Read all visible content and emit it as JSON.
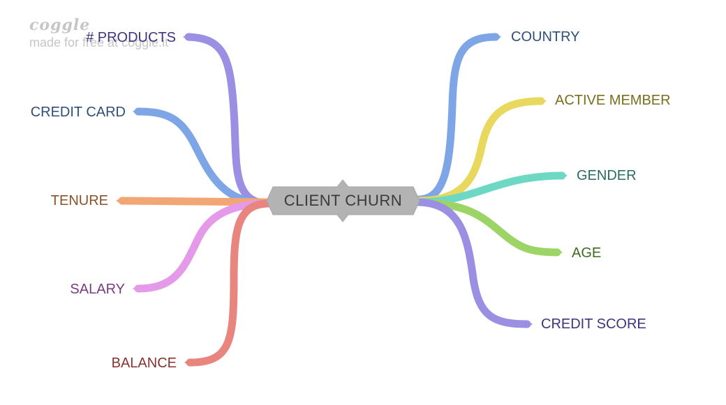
{
  "watermark": {
    "logo": "coggle",
    "tagline": "made for free at coggle.it"
  },
  "center": {
    "label": "CLIENT CHURN",
    "fill": "#b3b3b3",
    "text_color": "#3a3a3a"
  },
  "branches_left": [
    {
      "label": "# PRODUCTS",
      "color": "#9b8fe3",
      "text_color": "#3b3580"
    },
    {
      "label": "CREDIT CARD",
      "color": "#7ea6e6",
      "text_color": "#2f4f7a"
    },
    {
      "label": "TENURE",
      "color": "#f2a673",
      "text_color": "#8a5228"
    },
    {
      "label": "SALARY",
      "color": "#e49ae8",
      "text_color": "#7a3a82"
    },
    {
      "label": "BALANCE",
      "color": "#e8857f",
      "text_color": "#873330"
    }
  ],
  "branches_right": [
    {
      "label": "COUNTRY",
      "color": "#7ea6e6",
      "text_color": "#2f4f7a"
    },
    {
      "label": "ACTIVE MEMBER",
      "color": "#e8d95e",
      "text_color": "#7a6d1c"
    },
    {
      "label": "GENDER",
      "color": "#6dd8c4",
      "text_color": "#2a6d5e"
    },
    {
      "label": "AGE",
      "color": "#9cd465",
      "text_color": "#3f6a1e"
    },
    {
      "label": "CREDIT SCORE",
      "color": "#9b8fe3",
      "text_color": "#3b3580"
    }
  ]
}
